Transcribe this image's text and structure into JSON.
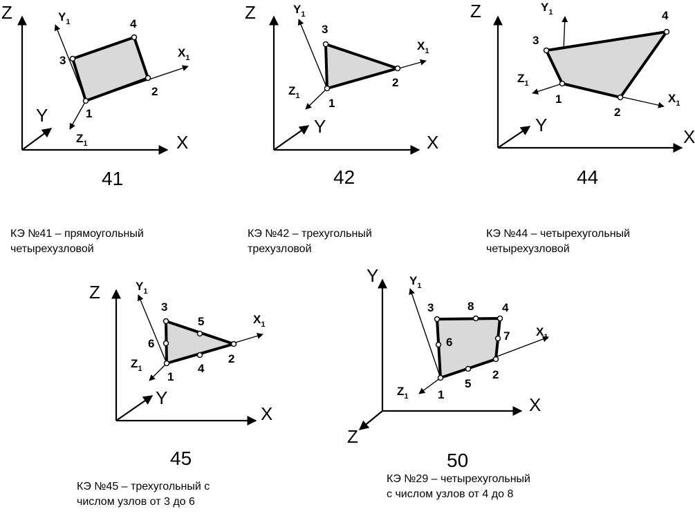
{
  "axis_letters": {
    "x": "X",
    "y": "Y",
    "z": "Z"
  },
  "local_axes": {
    "x": "X",
    "y": "Y",
    "z": "Z",
    "subscript": "1"
  },
  "figures": [
    {
      "id": "41",
      "number": "41",
      "caption_line1": "КЭ №41 – прямоугольный",
      "caption_line2": "четырехузловой",
      "nodes": [
        "1",
        "2",
        "3",
        "4"
      ]
    },
    {
      "id": "42",
      "number": "42",
      "caption_line1": "КЭ №42 – трехугольный",
      "caption_line2": "трехузловой",
      "nodes": [
        "1",
        "2",
        "3"
      ]
    },
    {
      "id": "44",
      "number": "44",
      "caption_line1": "КЭ №44 – четырехугольный",
      "caption_line2": "четырехузловой",
      "nodes": [
        "1",
        "2",
        "3",
        "4"
      ]
    },
    {
      "id": "45",
      "number": "45",
      "caption_line1": "КЭ №45 – трехугольный с",
      "caption_line2": "числом узлов от 3 до 6",
      "nodes": [
        "1",
        "2",
        "3",
        "4",
        "5",
        "6"
      ]
    },
    {
      "id": "50",
      "number": "50",
      "caption_line1": "КЭ №29 – четырехугольный",
      "caption_line2": "с числом узлов от 4 до 8",
      "nodes": [
        "1",
        "2",
        "3",
        "4",
        "5",
        "6",
        "7",
        "8"
      ]
    }
  ]
}
